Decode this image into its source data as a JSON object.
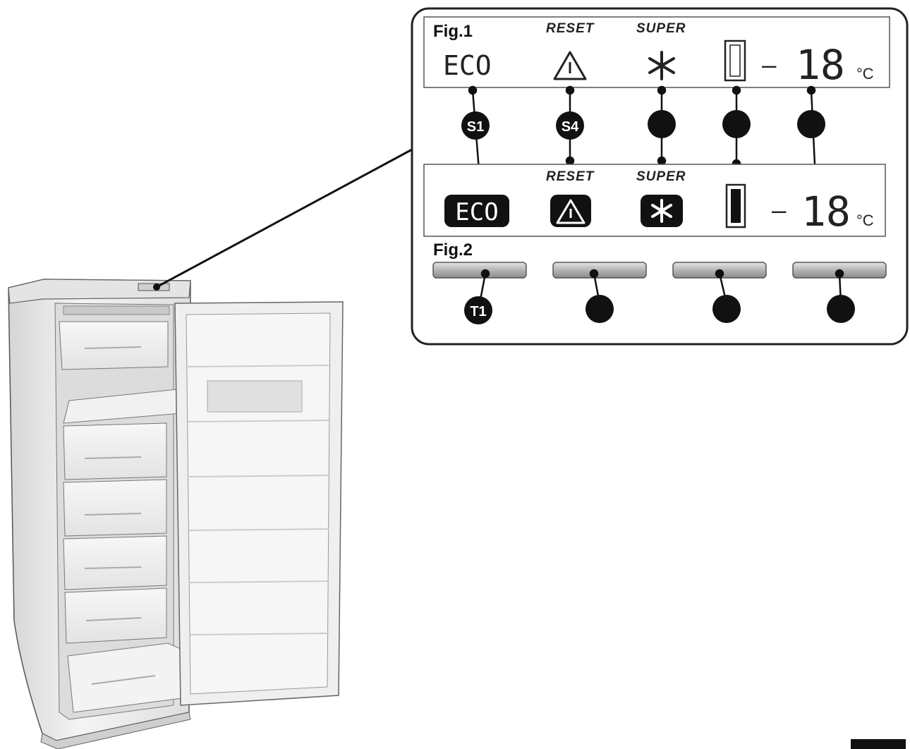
{
  "fig1": {
    "title": "Fig.1",
    "reset_label": "RESET",
    "super_label": "SUPER",
    "eco_text": "ECO",
    "temp_sign": "–",
    "temp_value": "18",
    "temp_unit": "°C"
  },
  "fig2": {
    "title": "Fig.2",
    "reset_label": "RESET",
    "super_label": "SUPER",
    "eco_text": "ECO",
    "temp_sign": "–",
    "temp_value": "18",
    "temp_unit": "°C"
  },
  "callouts": {
    "s1": "S1",
    "s4": "S4",
    "t1": "T1"
  },
  "icons": {
    "warning": "warning-triangle-icon",
    "snowflake": "snowflake-icon",
    "door": "door-indicator-icon"
  },
  "colors": {
    "ink": "#111111",
    "button_fill": "#b9b9b9",
    "panel_border": "#222222"
  }
}
